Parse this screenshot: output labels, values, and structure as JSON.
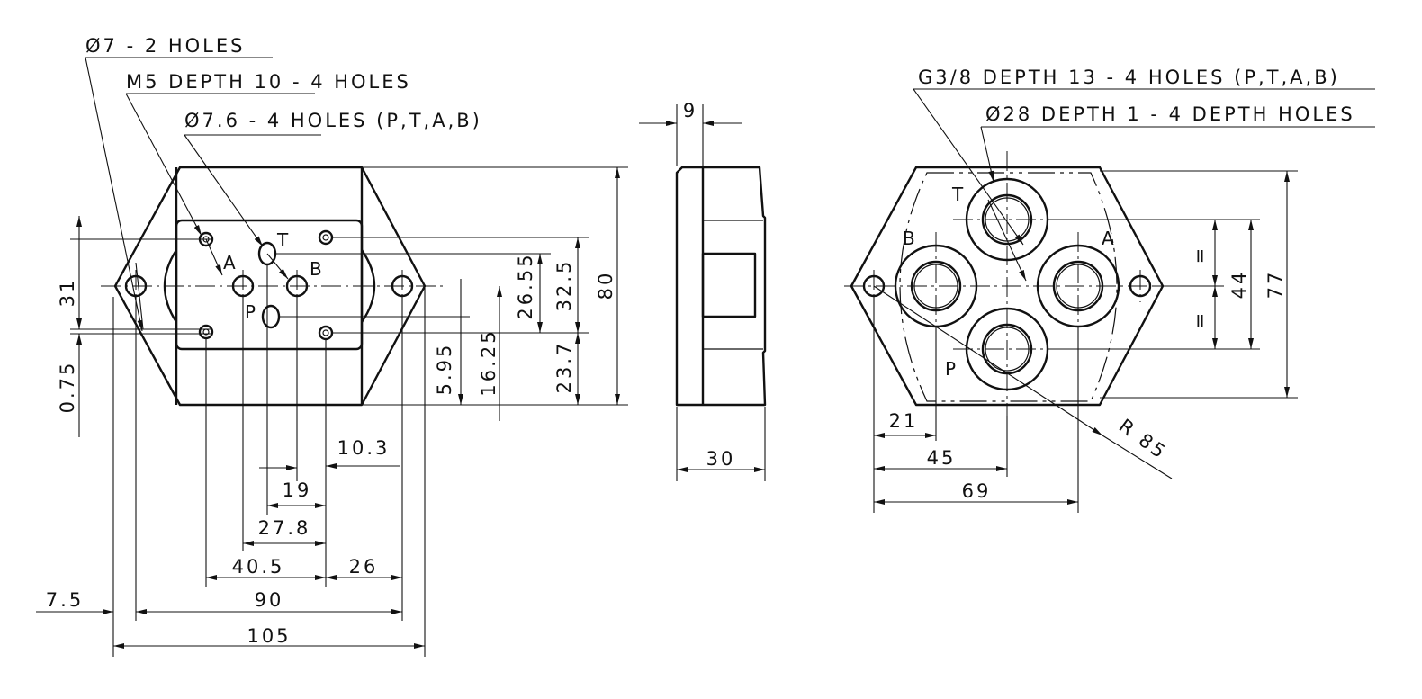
{
  "notes": {
    "holes_d7": "Ø7 - 2 HOLES",
    "m5": "M5 DEPTH 10 - 4 HOLES",
    "holes_d76": "Ø7.6 - 4 HOLES (P,T,A,B)",
    "g38": "G3/8 DEPTH 13 - 4 HOLES (P,T,A,B)",
    "d28": "Ø28 DEPTH 1 - 4 DEPTH HOLES"
  },
  "ports": {
    "p": "P",
    "t": "T",
    "a": "A",
    "b": "B"
  },
  "dims": {
    "d105": "105",
    "d90": "90",
    "d7_5": "7.5",
    "d40_5": "40.5",
    "d26": "26",
    "d27_8": "27.8",
    "d19": "19",
    "d10_3": "10.3",
    "d31": "31",
    "d0_75": "0.75",
    "d5_95": "5.95",
    "d16_25": "16.25",
    "d26_55": "26.55",
    "d32_5": "32.5",
    "d23_7": "23.7",
    "d80": "80",
    "d9": "9",
    "d30": "30",
    "d21": "21",
    "d45": "45",
    "d69": "69",
    "d77": "77",
    "d44": "44",
    "eq": "=",
    "r85": "R 85"
  }
}
